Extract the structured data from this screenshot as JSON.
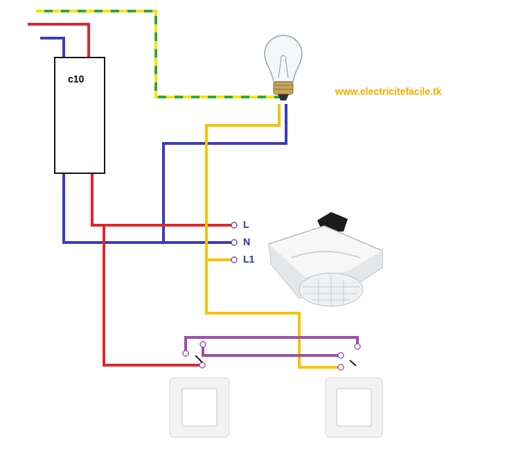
{
  "diagram": {
    "nodes": [
      {
        "text": [
          "c10"
        ]
      }
    ],
    "labels": [
      "www.electricitefacile.tk",
      "L",
      "N",
      "L1"
    ]
  }
}
